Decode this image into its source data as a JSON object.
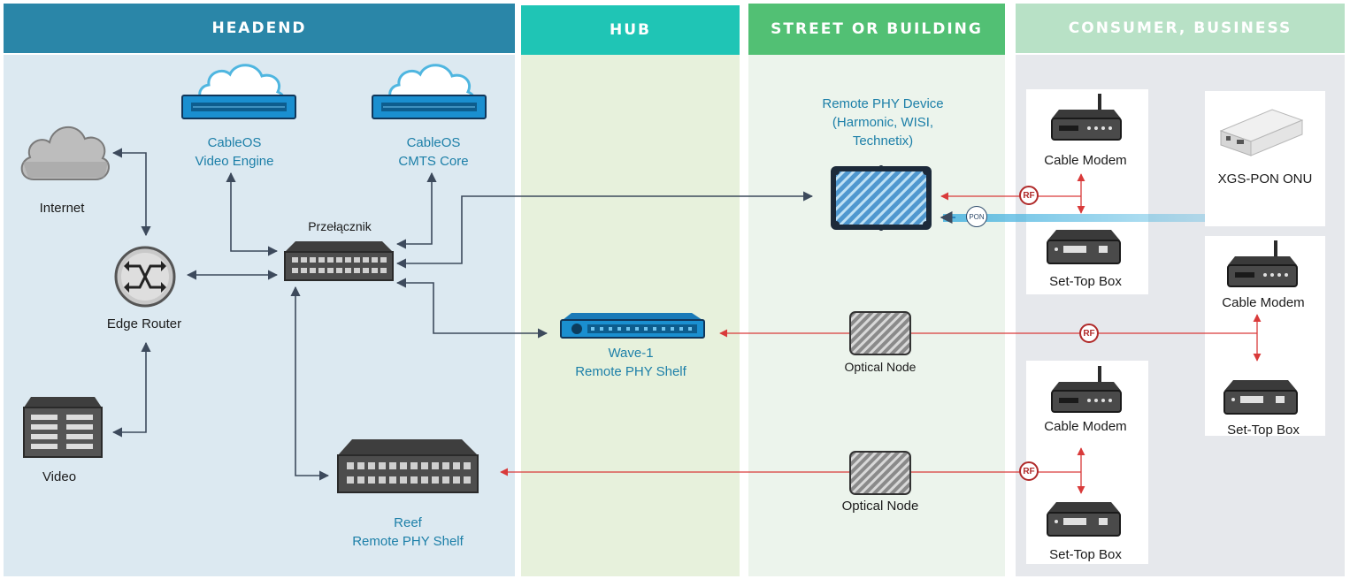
{
  "columns": {
    "headend": {
      "title": "HEADEND",
      "color": "#2a86a8",
      "bg": "#dce9f1"
    },
    "hub": {
      "title": "HUB",
      "color": "#1fc5b5",
      "bg": "#e7f1dc"
    },
    "street": {
      "title": "STREET OR BUILDING",
      "color": "#52c074",
      "bg": "#ecf4ec"
    },
    "consumer": {
      "title": "CONSUMER, BUSINESS",
      "color": "#b8e1c6",
      "bg": "#e6e8ec"
    }
  },
  "nodes": {
    "internet": "Internet",
    "edge_router": "Edge Router",
    "video": "Video",
    "cableos_video_line1": "CableOS",
    "cableos_video_line2": "Video Engine",
    "cableos_cmts_line1": "CableOS",
    "cableos_cmts_line2": "CMTS Core",
    "switch": "Przełącznik",
    "reef_line1": "Reef",
    "reef_line2": "Remote PHY Shelf",
    "wave1_line1": "Wave-1",
    "wave1_line2": "Remote PHY Shelf",
    "rpd_line1": "Remote PHY Device",
    "rpd_line2": "(Harmonic, WISI,",
    "rpd_line3": "Technetix)",
    "optical_node_1": "Optical Node",
    "optical_node_2": "Optical Node",
    "cable_modem_1": "Cable Modem",
    "set_top_box_1": "Set-Top Box",
    "xgs_pon_onu": "XGS-PON ONU",
    "cable_modem_2": "Cable Modem",
    "set_top_box_2": "Set-Top Box",
    "cable_modem_3": "Cable Modem",
    "set_top_box_3": "Set-Top Box"
  },
  "badges": {
    "rf": "RF",
    "pon": "PON"
  },
  "colors": {
    "connector": "#3d4a5c",
    "rf_line": "#d93a3a",
    "pon_line": "#4fb6e0",
    "label_blue": "#1c7fa8"
  }
}
